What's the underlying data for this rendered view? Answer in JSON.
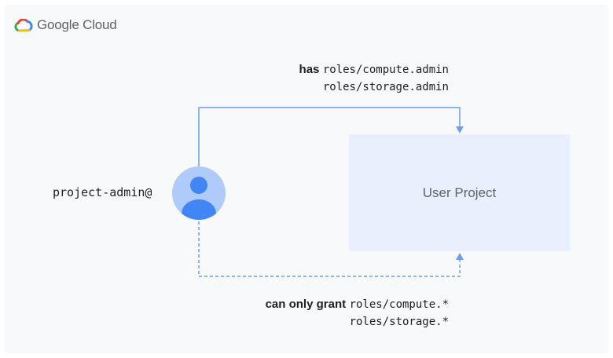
{
  "brand": {
    "name": "Google Cloud",
    "icon": "google-cloud-logo-icon",
    "colors": {
      "blue": "#4285f4",
      "red": "#ea4335",
      "yellow": "#fbbc04",
      "green": "#34a853"
    }
  },
  "principal": {
    "name": "project-admin@",
    "icon": "person-avatar-icon"
  },
  "project": {
    "label": "User Project"
  },
  "relations": {
    "has": {
      "keyword": "has",
      "roles": [
        "roles/compute.admin",
        "roles/storage.admin"
      ]
    },
    "can_grant": {
      "keyword": "can only grant",
      "roles": [
        "roles/compute.*",
        "roles/storage.*"
      ]
    }
  },
  "colors": {
    "arrow": "#6c9ef0",
    "project_fill": "#e8f0fe",
    "avatar_bg": "#aecbfa",
    "avatar_fg": "#4285f4",
    "background": "#f8f9fa",
    "text": "#202124",
    "muted_text": "#5f6368"
  }
}
